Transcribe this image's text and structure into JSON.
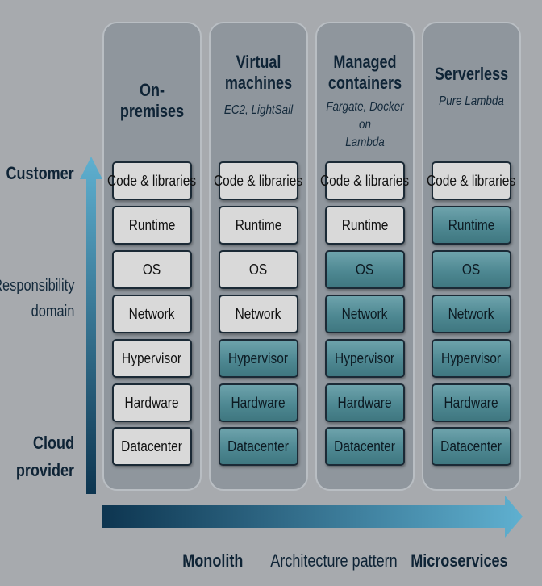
{
  "axis": {
    "vertical_top": "Customer",
    "vertical_middle": [
      "Responsibility",
      "domain"
    ],
    "vertical_bottom": [
      "Cloud",
      "provider"
    ],
    "horizontal_left": "Monolith",
    "horizontal_middle": "Architecture pattern",
    "horizontal_right": "Microservices"
  },
  "colors": {
    "customer_layer": "#d9d9d9",
    "provider_layer": "#4e8892",
    "column_bg": "#8f969d",
    "arrow_dark": "#0d3550",
    "arrow_light": "#5fb0d0"
  },
  "layers": [
    "Code & libraries",
    "Runtime",
    "OS",
    "Network",
    "Hypervisor",
    "Hardware",
    "Datacenter"
  ],
  "columns": [
    {
      "title": "On-premises",
      "subtitle": "",
      "provider_layers": []
    },
    {
      "title": "Virtual\nmachines",
      "subtitle": "EC2, LightSail",
      "provider_layers": [
        "Hypervisor",
        "Hardware",
        "Datacenter"
      ]
    },
    {
      "title": "Managed\ncontainers",
      "subtitle": "Fargate, Docker on\nLambda",
      "provider_layers": [
        "OS",
        "Network",
        "Hypervisor",
        "Hardware",
        "Datacenter"
      ]
    },
    {
      "title": "Serverless",
      "subtitle": "Pure Lambda",
      "provider_layers": [
        "Runtime",
        "OS",
        "Network",
        "Hypervisor",
        "Hardware",
        "Datacenter"
      ]
    }
  ]
}
